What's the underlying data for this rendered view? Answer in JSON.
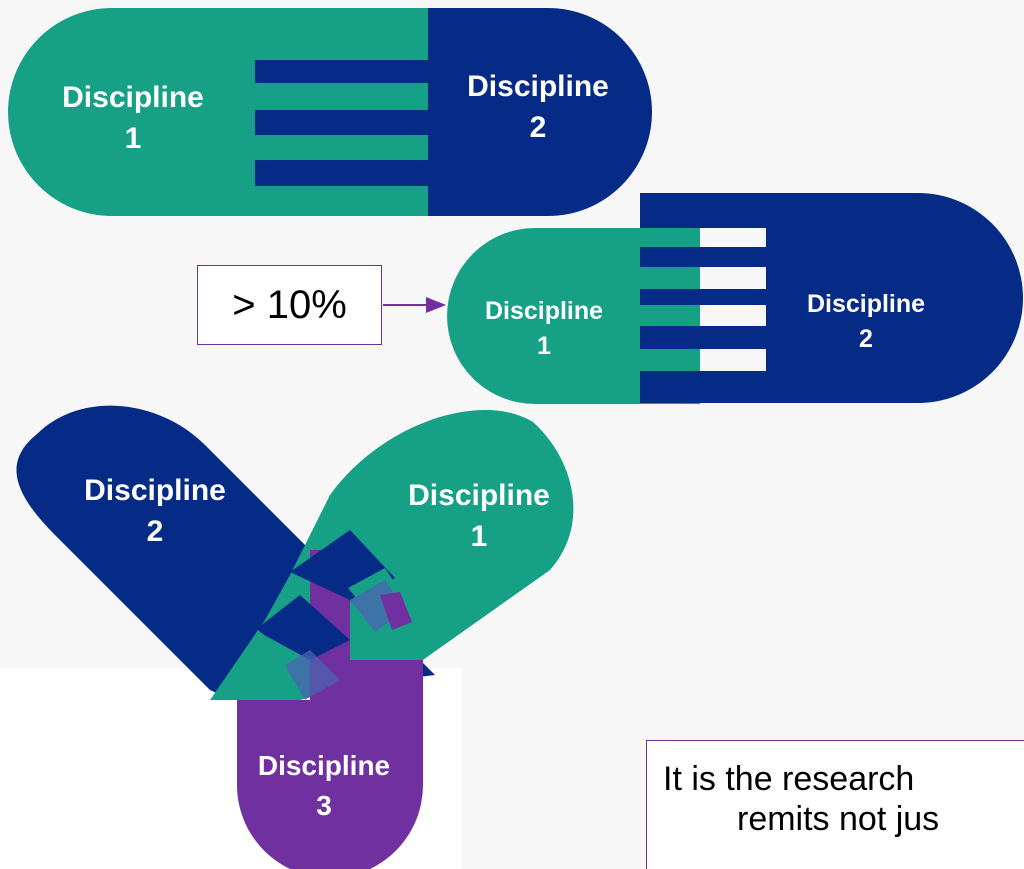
{
  "colors": {
    "teal": "#16a086",
    "navy": "#062b86",
    "purple": "#7030a0",
    "background": "#f7f7f8"
  },
  "top_pair": {
    "left_label": [
      "Discipline",
      "1"
    ],
    "right_label": [
      "Discipline",
      "2"
    ]
  },
  "middle_pair": {
    "left_label": [
      "Discipline",
      "1"
    ],
    "right_label": [
      "Discipline",
      "2"
    ]
  },
  "callout": {
    "text": "> 10%"
  },
  "triad": {
    "navy_label": [
      "Discipline",
      "2"
    ],
    "teal_label": [
      "Discipline",
      "1"
    ],
    "purple_label": [
      "Discipline",
      "3"
    ]
  },
  "quote": {
    "line1": "It is the research",
    "line2": "remits not jus"
  }
}
